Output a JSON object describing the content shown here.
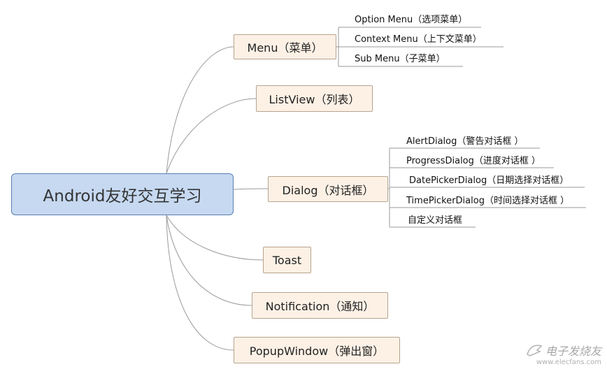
{
  "root": {
    "label": "Android友好交互学习"
  },
  "branches": {
    "menu": {
      "label": "Menu（菜单）",
      "children": [
        "Option Menu（选项菜单）",
        "Context Menu（上下文菜单）",
        "Sub Menu（子菜单）"
      ]
    },
    "listview": {
      "label": "ListView（列表）"
    },
    "dialog": {
      "label": "Dialog（对话框）",
      "children": [
        "AlertDialog（警告对话框 ）",
        "ProgressDialog（进度对话框 ）",
        "DatePickerDialog（日期选择对话框）",
        "TimePickerDialog（时间选择对话框 ）",
        "自定义对话框"
      ]
    },
    "toast": {
      "label": "Toast"
    },
    "notification": {
      "label": "Notification（通知）"
    },
    "popupwindow": {
      "label": "PopupWindow（弹出窗）"
    }
  },
  "watermark": {
    "name": "电子发烧友",
    "url": "www.elecfans.com"
  },
  "colors": {
    "root_fill": "#c6d9f1",
    "root_border": "#5b7fb2",
    "branch_fill": "#fdf1e6",
    "branch_border": "#b8a38e",
    "line": "#9a9a9a"
  }
}
